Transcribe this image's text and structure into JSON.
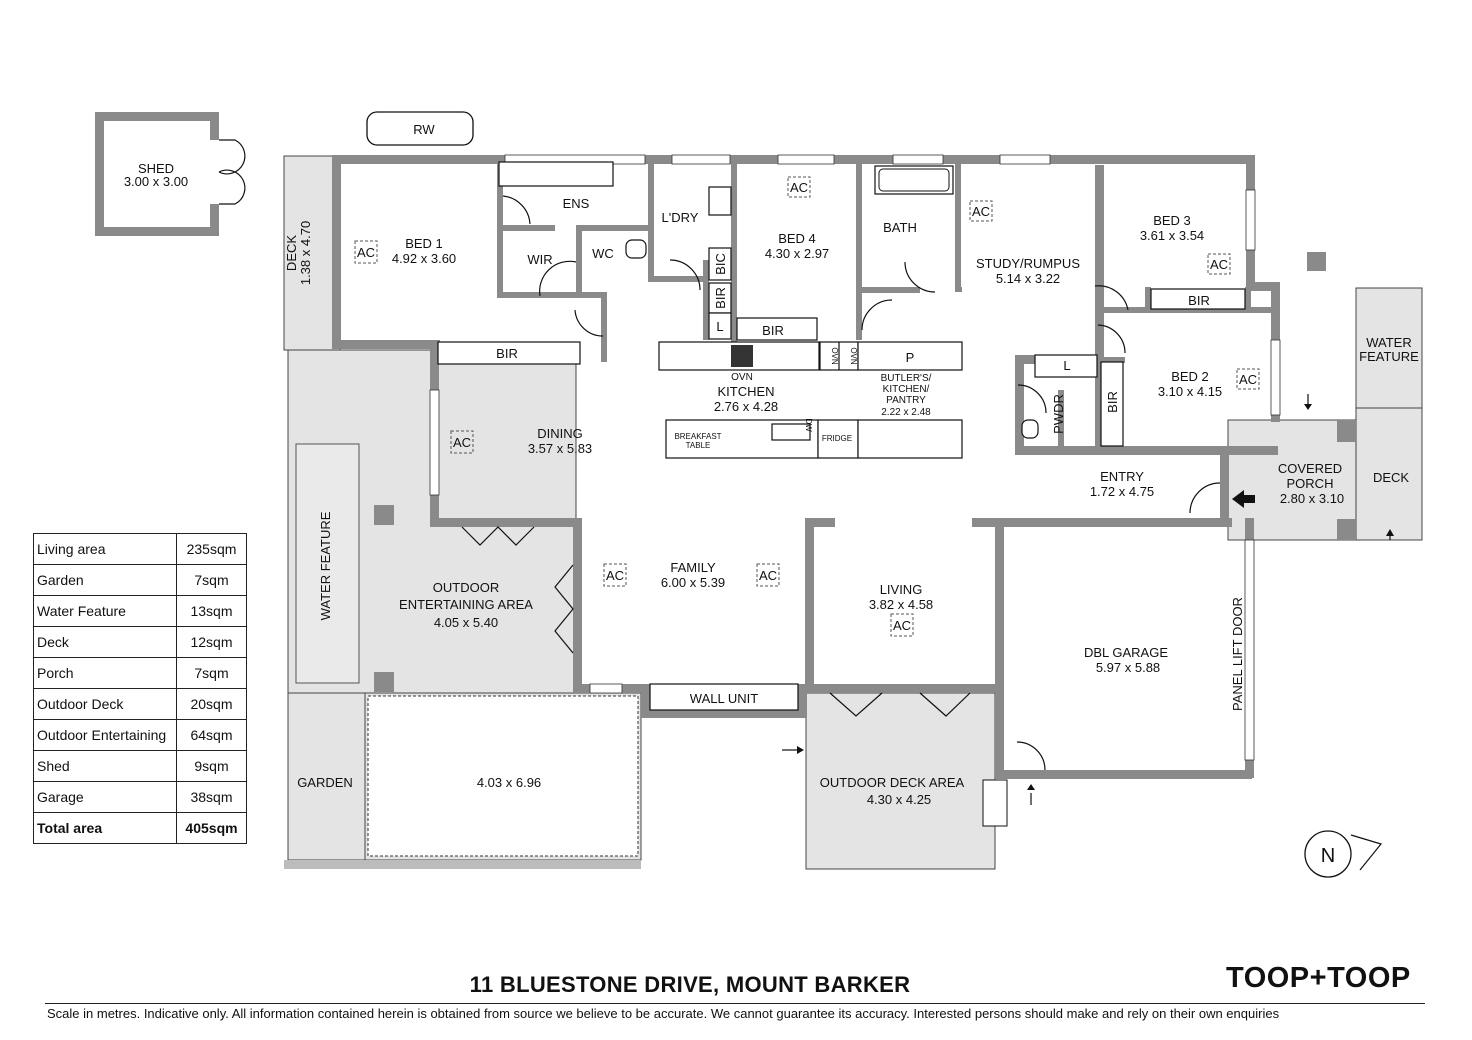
{
  "address": "11 BLUESTONE DRIVE, MOUNT BARKER",
  "brand": "TOOP+TOOP",
  "disclaimer": "Scale in metres. Indicative only. All information contained herein is obtained from source we believe to be accurate. We cannot guarantee its accuracy. Interested persons should make and rely on their own enquiries",
  "compass": "N",
  "rooms": {
    "shed": {
      "name": "SHED",
      "dims": "3.00 x 3.00"
    },
    "rw": "RW",
    "deck_side": {
      "name": "DECK",
      "dims": "1.38 x 4.70"
    },
    "bed1": {
      "name": "BED 1",
      "dims": "4.92 x 3.60"
    },
    "ens": "ENS",
    "wir": "WIR",
    "wc": "WC",
    "bir1": "BIR",
    "laundry": "L'DRY",
    "bic": "BIC",
    "bir_small": "BIR",
    "linen1": "L",
    "bed4": {
      "name": "BED 4",
      "dims": "4.30 x 2.97"
    },
    "bir4": "BIR",
    "bath": "BATH",
    "study": {
      "name": "STUDY/RUMPUS",
      "dims": "5.14 x 3.22"
    },
    "bed3": {
      "name": "BED 3",
      "dims": "3.61 x 3.54"
    },
    "bir3": "BIR",
    "bed2": {
      "name": "BED 2",
      "dims": "3.10 x 4.15"
    },
    "bir2": "BIR",
    "linen2": "L",
    "pwdr": "PWDR",
    "kitchen": {
      "name": "KITCHEN",
      "dims": "2.76 x 4.28"
    },
    "ovn": "OVN",
    "ovn_v1": "OVN",
    "ovn_v2": "OVN",
    "pantry_p": "P",
    "butlers": {
      "line1": "BUTLER'S/",
      "line2": "KITCHEN/",
      "line3": "PANTRY",
      "dims": "2.22 x 2.48"
    },
    "breakfast": {
      "line1": "BREAKFAST",
      "line2": "TABLE"
    },
    "dw": "DW",
    "fridge": "FRIDGE",
    "dining": {
      "name": "DINING",
      "dims": "3.57 x 5.83"
    },
    "family": {
      "name": "FAMILY",
      "dims": "6.00 x 5.39"
    },
    "living": {
      "name": "LIVING",
      "dims": "3.82 x 4.58"
    },
    "entry": {
      "name": "ENTRY",
      "dims": "1.72 x 4.75"
    },
    "porch": {
      "line1": "COVERED",
      "line2": "PORCH",
      "dims": "2.80 x 3.10"
    },
    "deck_front": "DECK",
    "water_feature_right": {
      "line1": "WATER",
      "line2": "FEATURE"
    },
    "water_feature_left": "WATER FEATURE",
    "outdoor_ent": {
      "line1": "OUTDOOR",
      "line2": "ENTERTAINING AREA",
      "dims": "4.05 x 5.40"
    },
    "wall_unit": "WALL UNIT",
    "garden": "GARDEN",
    "pool": {
      "dims": "4.03 x 6.96"
    },
    "outdoor_deck": {
      "name": "OUTDOOR DECK AREA",
      "dims": "4.30 x 4.25"
    },
    "garage": {
      "name": "DBL GARAGE",
      "dims": "5.97 x 5.88"
    },
    "panel_door": "PANEL LIFT DOOR"
  },
  "ac": "AC",
  "areas": [
    {
      "name": "Living area",
      "value": "235sqm"
    },
    {
      "name": "Garden",
      "value": "7sqm"
    },
    {
      "name": "Water Feature",
      "value": "13sqm"
    },
    {
      "name": "Deck",
      "value": "12sqm"
    },
    {
      "name": "Porch",
      "value": "7sqm"
    },
    {
      "name": "Outdoor Deck",
      "value": "20sqm"
    },
    {
      "name": "Outdoor Entertaining",
      "value": "64sqm"
    },
    {
      "name": "Shed",
      "value": "9sqm"
    },
    {
      "name": "Garage",
      "value": "38sqm"
    }
  ],
  "total": {
    "name": "Total area",
    "value": "405sqm"
  }
}
